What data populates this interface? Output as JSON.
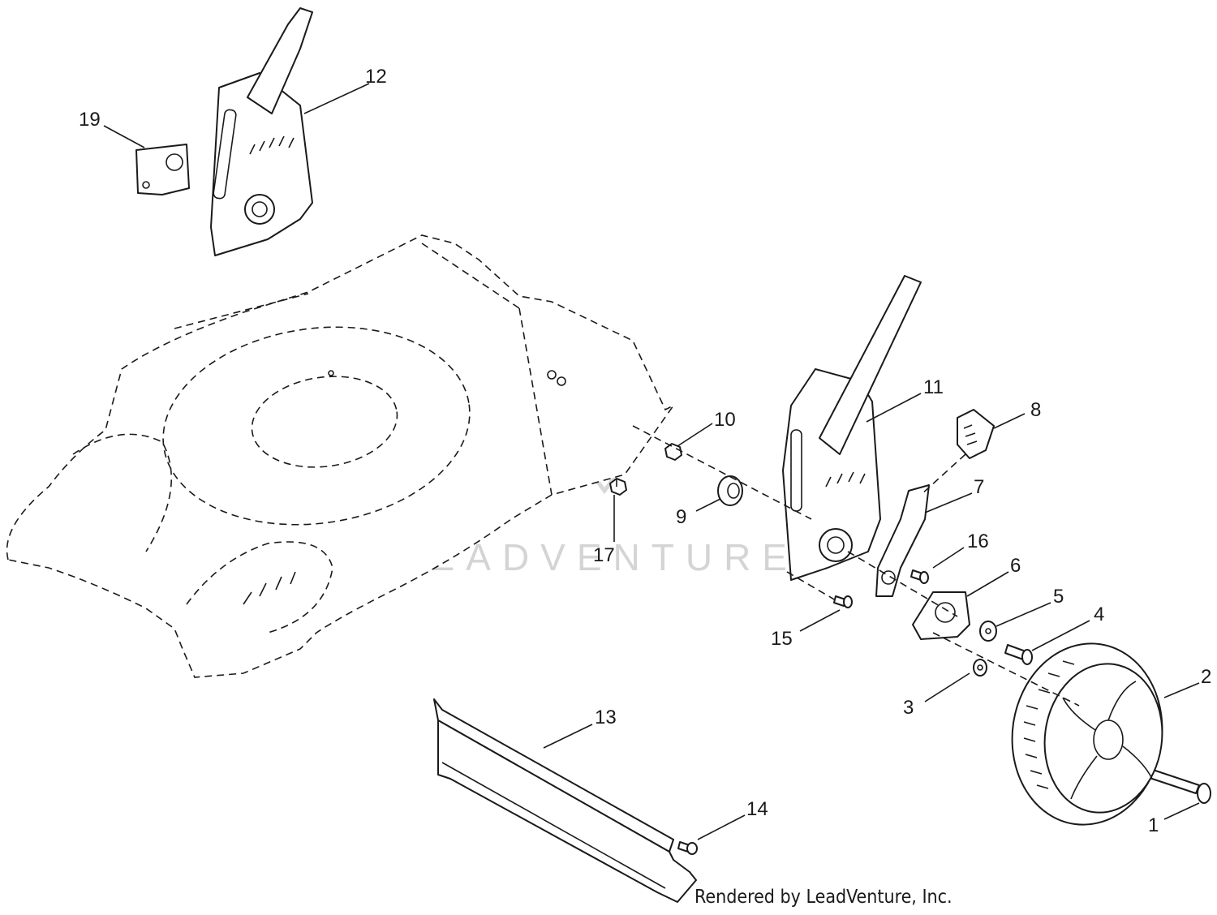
{
  "diagram": {
    "callouts": [
      {
        "id": "1",
        "label": "1"
      },
      {
        "id": "2",
        "label": "2"
      },
      {
        "id": "3",
        "label": "3"
      },
      {
        "id": "4",
        "label": "4"
      },
      {
        "id": "5",
        "label": "5"
      },
      {
        "id": "6",
        "label": "6"
      },
      {
        "id": "7",
        "label": "7"
      },
      {
        "id": "8",
        "label": "8"
      },
      {
        "id": "9",
        "label": "9"
      },
      {
        "id": "10",
        "label": "10"
      },
      {
        "id": "11",
        "label": "11"
      },
      {
        "id": "12",
        "label": "12"
      },
      {
        "id": "13",
        "label": "13"
      },
      {
        "id": "14",
        "label": "14"
      },
      {
        "id": "15",
        "label": "15"
      },
      {
        "id": "16",
        "label": "16"
      },
      {
        "id": "17",
        "label": "17"
      },
      {
        "id": "19",
        "label": "19"
      }
    ],
    "watermark": "LEADVENTURE",
    "credit": "Rendered by LeadVenture, Inc."
  }
}
